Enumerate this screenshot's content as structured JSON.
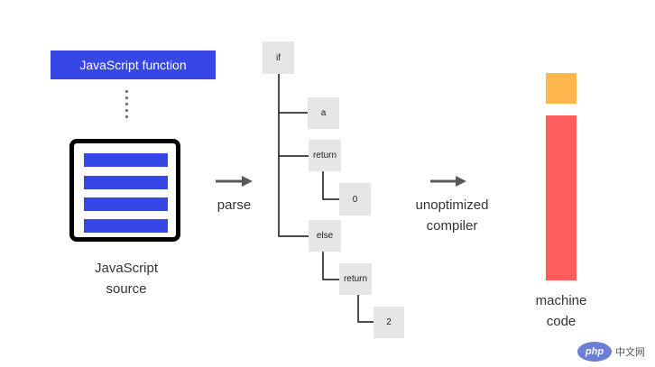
{
  "source": {
    "function_label": "JavaScript function",
    "caption_line1": "JavaScript",
    "caption_line2": "source"
  },
  "arrows": {
    "parse_label": "parse",
    "compiler_line1": "unoptimized",
    "compiler_line2": "compiler"
  },
  "ast": {
    "if": "if",
    "a": "a",
    "return_1": "return",
    "zero": "0",
    "else": "else",
    "return_2": "return",
    "two": "2"
  },
  "machine": {
    "caption_line1": "machine",
    "caption_line2": "code"
  },
  "watermark": {
    "logo": "php",
    "text": "中文网"
  },
  "colors": {
    "blue": "#3647e6",
    "node_gray": "#e6e6e6",
    "yellow": "#ffb84d",
    "red": "#ff5c5c",
    "arrow_gray": "#595959"
  }
}
